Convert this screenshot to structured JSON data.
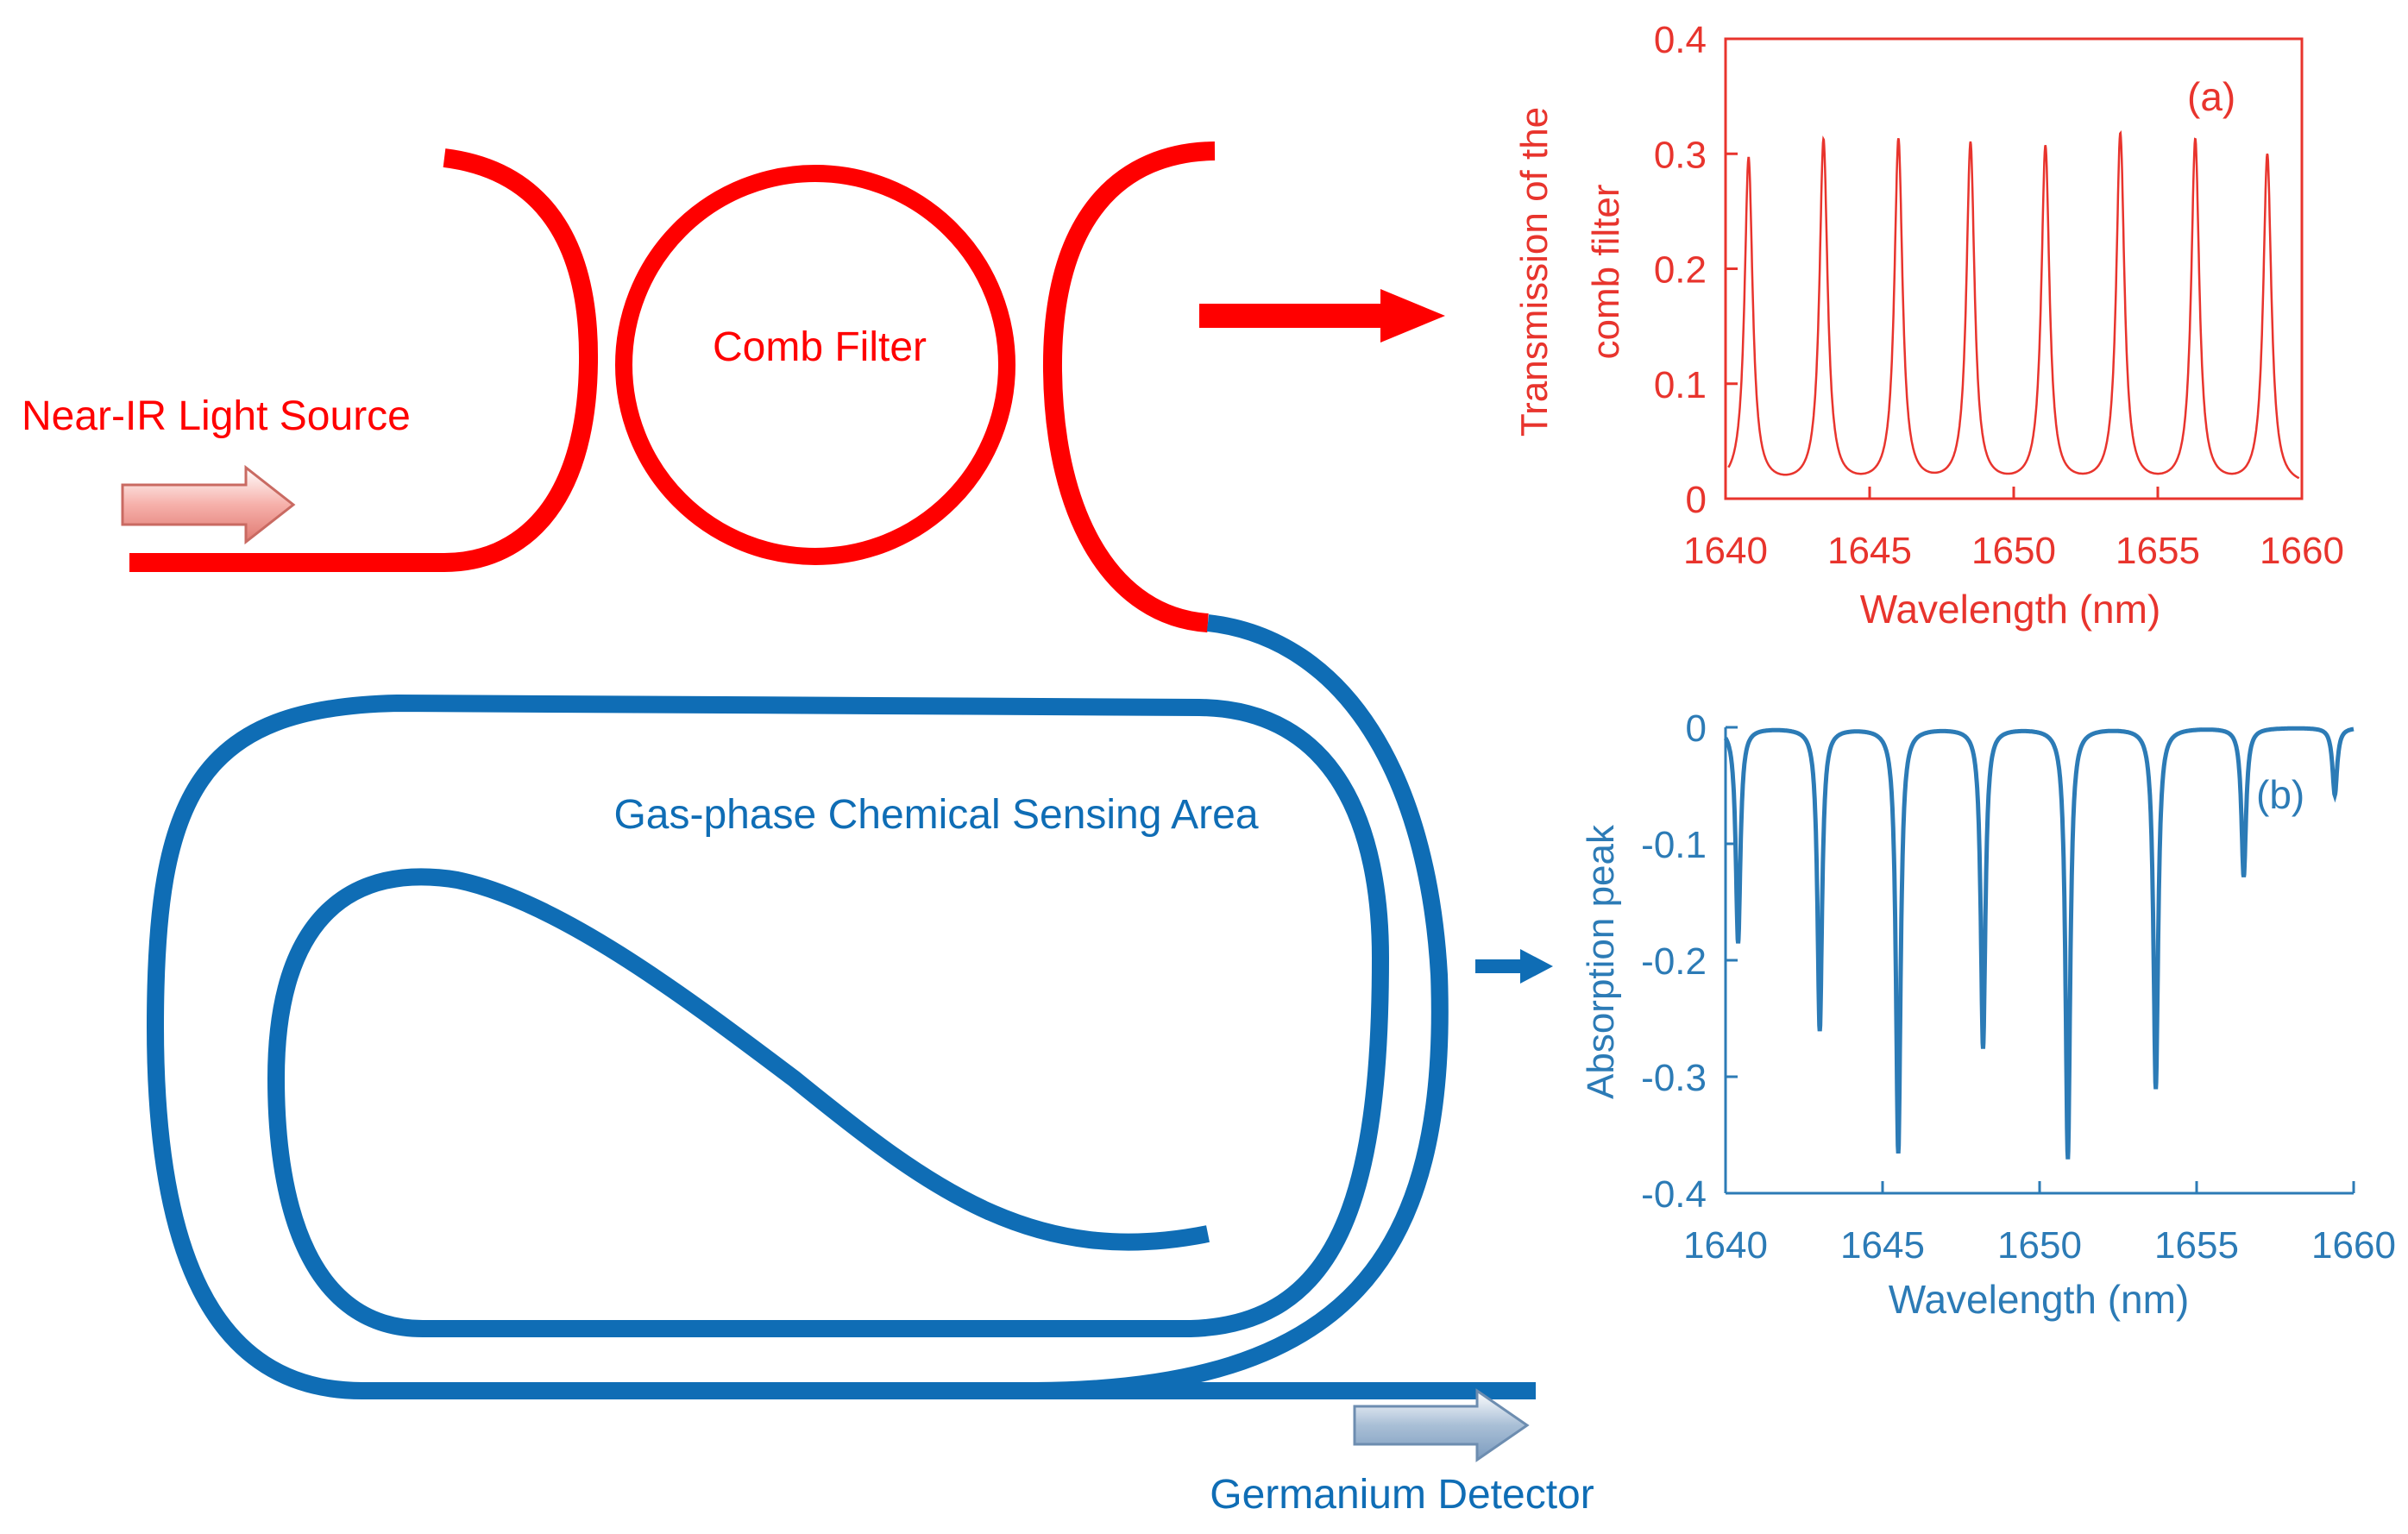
{
  "colors": {
    "red": "#ff0000",
    "chart_red": "#e8342d",
    "blue": "#0f6db5",
    "chart_blue": "#2c7bb6",
    "arrow_red_light": "#f6b0aa",
    "arrow_blue_light": "#a9bfd6"
  },
  "labels": {
    "source": "Near-IR Light Source",
    "comb_filter": "Comb Filter",
    "sensing_area": "Gas-phase Chemical Sensing Area",
    "detector": "Germanium Detector"
  },
  "icons": {
    "source_arrow": "block-arrow-right-icon",
    "detector_arrow": "block-arrow-right-icon",
    "to_chart_a": "arrow-right-icon",
    "to_chart_b": "arrow-right-icon"
  },
  "chart_data": [
    {
      "type": "line",
      "panel_label": "(a)",
      "xlabel": "Wavelength (nm)",
      "ylabel_line1": "Transmission of the",
      "ylabel_line2": "comb filter",
      "xlim": [
        1640,
        1660
      ],
      "ylim": [
        0,
        0.4
      ],
      "xticks": [
        1640,
        1645,
        1650,
        1655,
        1660
      ],
      "yticks": [
        0,
        0.1,
        0.2,
        0.3,
        0.4
      ],
      "xtick_labels": [
        "1640",
        "1645",
        "1650",
        "1655",
        "1660"
      ],
      "ytick_labels": [
        "0",
        "0.1",
        "0.2",
        "0.3",
        "0.4"
      ],
      "baseline": 0.01,
      "peaks": [
        {
          "x": 1640.8,
          "y": 0.295
        },
        {
          "x": 1643.4,
          "y": 0.31
        },
        {
          "x": 1646.0,
          "y": 0.31
        },
        {
          "x": 1648.5,
          "y": 0.307
        },
        {
          "x": 1651.1,
          "y": 0.304
        },
        {
          "x": 1653.7,
          "y": 0.315
        },
        {
          "x": 1656.3,
          "y": 0.31
        },
        {
          "x": 1658.8,
          "y": 0.298
        }
      ],
      "peak_halfwidth_nm": 0.17
    },
    {
      "type": "line",
      "panel_label": "(b)",
      "xlabel": "Wavelength (nm)",
      "ylabel": "Absorption peak",
      "xlim": [
        1640,
        1660
      ],
      "ylim": [
        -0.4,
        0
      ],
      "xticks": [
        1640,
        1645,
        1650,
        1655,
        1660
      ],
      "yticks": [
        0,
        -0.1,
        -0.2,
        -0.3,
        -0.4
      ],
      "xtick_labels": [
        "1640",
        "1645",
        "1650",
        "1655",
        "1660"
      ],
      "ytick_labels": [
        "0",
        "-0.1",
        "-0.2",
        "-0.3",
        "-0.4"
      ],
      "dips": [
        {
          "x": 1640.4,
          "y": -0.185
        },
        {
          "x": 1643.0,
          "y": -0.26
        },
        {
          "x": 1645.5,
          "y": -0.365
        },
        {
          "x": 1648.2,
          "y": -0.275
        },
        {
          "x": 1650.9,
          "y": -0.37
        },
        {
          "x": 1653.7,
          "y": -0.31
        },
        {
          "x": 1656.5,
          "y": -0.128
        },
        {
          "x": 1659.4,
          "y": -0.058
        }
      ],
      "dip_halfwidth_nm": 0.09
    }
  ]
}
